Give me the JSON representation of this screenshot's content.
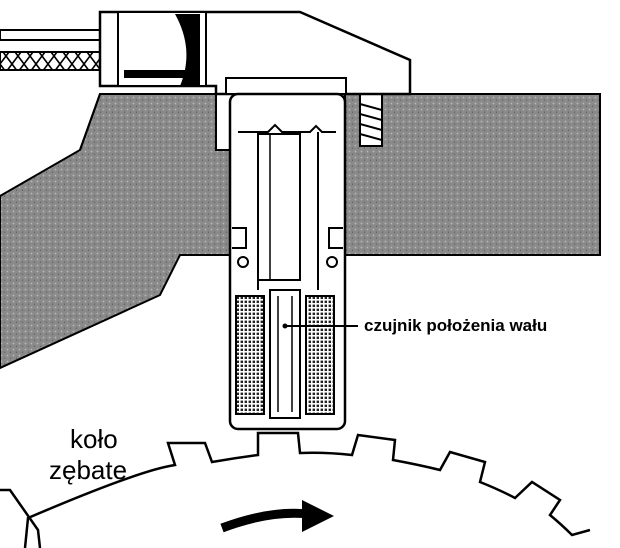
{
  "labels": {
    "sensor": "czujnik położenia wału",
    "gear_line1": "koło",
    "gear_line2": "zębate"
  },
  "colors": {
    "ink": "#000000",
    "housing_fill": "#8a8a8a",
    "paper": "#ffffff"
  },
  "icons": {
    "rotation": "arrow-right-icon"
  }
}
